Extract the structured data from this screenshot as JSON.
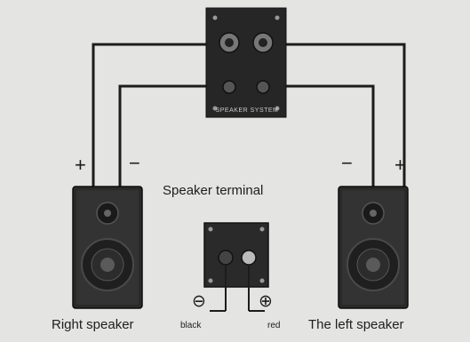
{
  "labels": {
    "speaker_terminal": "Speaker terminal",
    "right_speaker": "Right speaker",
    "left_speaker": "The left speaker",
    "black": "black",
    "red": "red",
    "panel_title": "SPEAKER SYSTEM"
  },
  "polarity": {
    "plus": "+",
    "minus": "−",
    "negative_symbol": "⊖",
    "positive_symbol": "⊕"
  },
  "colors": {
    "background": "#e4e4e2",
    "wire": "#1c1c1c",
    "panel": "#262626",
    "speaker_body": "#2a2a2a"
  }
}
